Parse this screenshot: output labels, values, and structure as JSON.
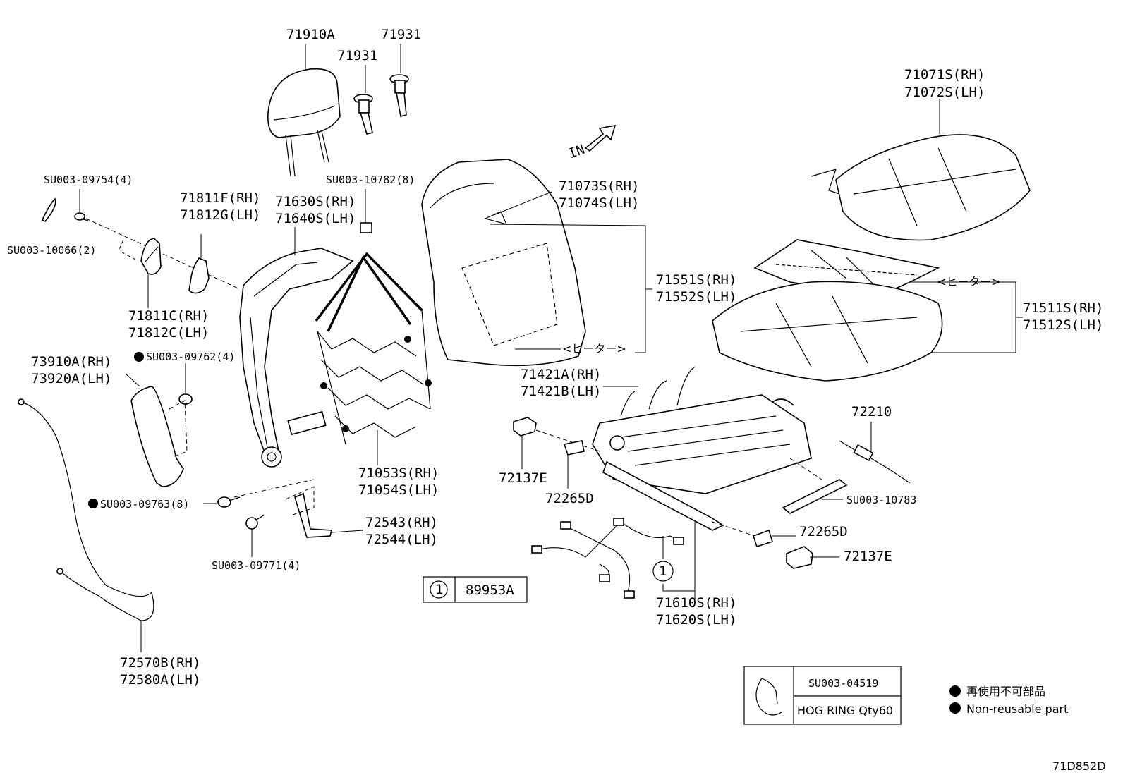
{
  "labels": {
    "headrest": "71910A",
    "guide_a": "71931",
    "guide_b": "71931",
    "back_cover_rh": "71071S(RH)",
    "back_cover_lh": "71072S(LH)",
    "clip_a": "SU003-09754(4)",
    "clip_b": "SU003-10066(2)",
    "clip_c": "SU003-10782(8)",
    "shield_upper_rh": "71811F(RH)",
    "shield_upper_lh": "71812G(LH)",
    "back_frame_rh": "71630S(RH)",
    "back_frame_lh": "71640S(LH)",
    "back_pad_cover_rh": "71073S(RH)",
    "back_pad_cover_lh": "71074S(LH)",
    "shield_lower_rh": "71811C(RH)",
    "shield_lower_lh": "71812C(LH)",
    "heater_back_rh": "71551S(RH)",
    "heater_back_lh": "71552S(LH)",
    "heater_tag_1": "<ヒーター>",
    "heater_tag_2": "<ヒーター>",
    "cushion_rh": "71511S(RH)",
    "cushion_lh": "71512S(LH)",
    "nut": "SU003-09762(4)",
    "airbag_rh": "73910A(RH)",
    "airbag_lh": "73920A(LH)",
    "cushion_frame_rh": "71421A(RH)",
    "cushion_frame_lh": "71421B(LH)",
    "spring_rh": "71053S(RH)",
    "spring_lh": "71054S(LH)",
    "cable_72210": "72210",
    "cover_72137e_a": "72137E",
    "clip_72265d_a": "72265D",
    "clip_su10783": "SU003-10783",
    "bolt_09763": "SU003-09763(8)",
    "bracket_rh": "72543(RH)",
    "bracket_lh": "72544(LH)",
    "clip_72265d_b": "72265D",
    "cover_72137e_b": "72137E",
    "bolt_09771": "SU003-09771(4)",
    "harness_rh": "71610S(RH)",
    "harness_lh": "71620S(LH)",
    "cable_rh": "72570B(RH)",
    "cable_lh": "72580A(LH)",
    "in_arrow": "IN",
    "callout_num": "1"
  },
  "callout_table": {
    "num": "1",
    "part": "89953A"
  },
  "hog_ring_box": {
    "part": "SU003-04519",
    "desc": "HOG RING Qty60"
  },
  "legend": [
    {
      "symbol": "filled-circle",
      "text": "再使用不可部品"
    },
    {
      "symbol": "filled-circle",
      "text": "Non-reusable part"
    }
  ],
  "figure_id": "71D852D"
}
